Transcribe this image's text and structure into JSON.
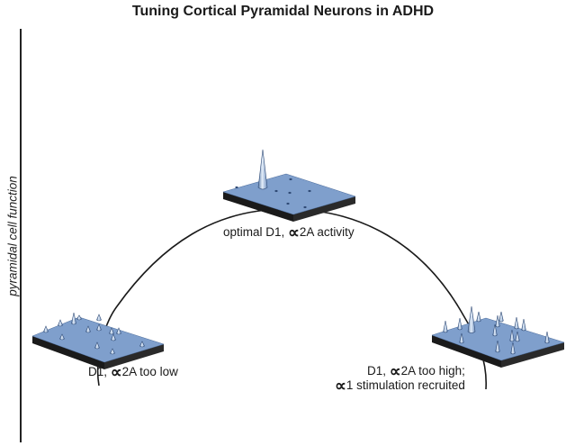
{
  "title": "Tuning Cortical Pyramidal Neurons in ADHD",
  "y_axis_label": "pyramidal cell function",
  "colors": {
    "slab_top": "#7f9fcc",
    "slab_side": "#1c1c1c",
    "spine": "#a9c4e6",
    "curve": "#1a1a1a"
  },
  "states": [
    {
      "id": "optimal",
      "caption_prefix": "optimal D1,",
      "caption_alpha": "∝",
      "caption_suffix": "2A  activity",
      "spines": "one tall spine, few small dots"
    },
    {
      "id": "too-low",
      "caption_prefix": "D1,",
      "caption_alpha": "∝",
      "caption_suffix": "2A too low",
      "spines": "many small spines"
    },
    {
      "id": "too-high",
      "caption_line1_prefix": "D1,",
      "caption_line1_alpha": "∝",
      "caption_line1_suffix": "2A too high;",
      "caption_line2_alpha": "∝",
      "caption_line2_suffix": "1 stimulation recruited",
      "spines": "many medium spines, one tall spine"
    }
  ]
}
